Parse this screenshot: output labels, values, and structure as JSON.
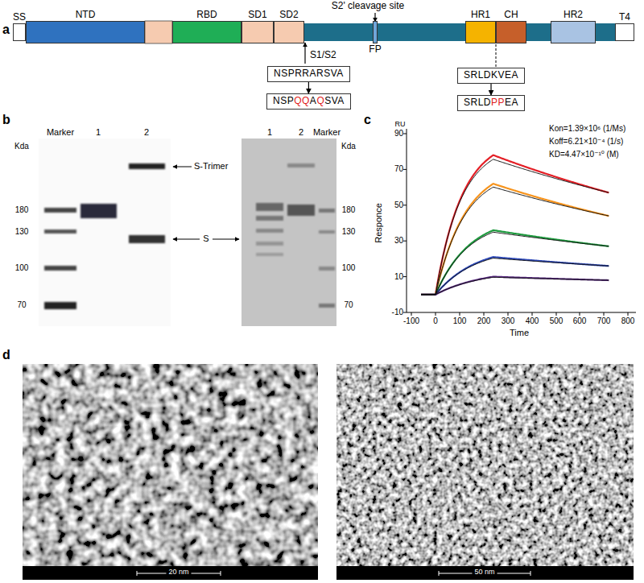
{
  "diagram": {
    "nodes": [
      {
        "text": [
          "SS"
        ]
      },
      {
        "text": [
          "NTD"
        ]
      },
      {
        "text": [
          "RBD"
        ]
      },
      {
        "text": [
          "SD1"
        ]
      },
      {
        "text": [
          "SD2"
        ]
      },
      {
        "text": [
          "FP"
        ]
      },
      {
        "text": [
          "HR1"
        ]
      },
      {
        "text": [
          "CH"
        ]
      },
      {
        "text": [
          "HR2"
        ]
      },
      {
        "text": [
          "T4"
        ]
      },
      {
        "text": [
          "NSPRRARSVA"
        ]
      },
      {
        "text": [
          "NSPQQAQSVA"
        ]
      },
      {
        "text": [
          "SRLDKVEA"
        ]
      },
      {
        "text": [
          "SRLDPPEA"
        ]
      }
    ],
    "edges": [
      {
        "from": 10,
        "to": 11,
        "arrow": "to"
      },
      {
        "from": 12,
        "to": 13,
        "arrow": "to"
      }
    ],
    "labels": [
      "a",
      "S2' cleavage site",
      "S1/S2",
      "b",
      "Marker",
      "1",
      "2",
      "Kda",
      "180",
      "130",
      "100",
      "70",
      "S-Trimer",
      "S",
      "1",
      "2",
      "Marker",
      "Kda",
      "180",
      "130",
      "100",
      "70",
      "c",
      "RU",
      "90",
      "70",
      "50",
      "30",
      "10",
      "-10",
      "-100",
      "0",
      "100",
      "200",
      "300",
      "400",
      "500",
      "600",
      "700",
      "800",
      "Responce",
      "Time",
      "Kon=1.39×10⁶ (1/Ms)",
      "Koff=6.21×10⁻⁴ (1/s)",
      "KD=4.47×10⁻¹⁰ (M)",
      "d",
      "20 nm",
      "50 nm"
    ]
  }
}
